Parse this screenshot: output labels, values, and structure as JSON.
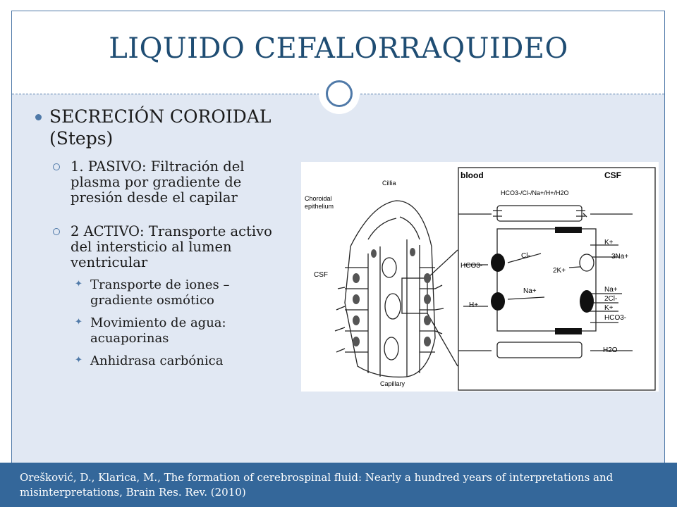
{
  "slide": {
    "title": "LIQUIDO CEFALORRAQUIDEO",
    "bullet_main": "SECRECIÓN COROIDAL (Steps)",
    "sub_bullets": [
      "1. PASIVO:  Filtración del plasma por gradiente de presión desde el capilar",
      "2 ACTIVO: Transporte activo del  intersticio al lumen ventricular"
    ],
    "sub_sub_bullets": [
      "Transporte de iones – gradiente osmótico",
      "Movimiento de agua: acuaporinas",
      "Anhidrasa carbónica"
    ],
    "citation": "Orešković, D., Klarica, M., The formation of cerebrospinal fluid: Nearly a hundred years of  interpretations and misinterpretations, Brain Res. Rev. (2010)"
  },
  "figure": {
    "labels": {
      "blood": "blood",
      "csf_header": "CSF",
      "cillia": "Cillia",
      "choroidal_line1": "Choroidal",
      "choroidal_line2": "epithelium",
      "csf_side": "CSF",
      "capillary": "Capillary",
      "exchanger_top": "HCO3-/Cl-/Na+/H+/H2O",
      "cl_left": "Cl-",
      "hco3_left": "HCO3-",
      "na_left": "Na+",
      "h_left": "H+",
      "k_top": "K+",
      "na3": "3Na+",
      "k2": "2K+",
      "na_right": "Na+",
      "cl2": "2Cl-",
      "k_right": "K+",
      "hco3_right": "HCO3-",
      "h2o": "H2O"
    }
  }
}
